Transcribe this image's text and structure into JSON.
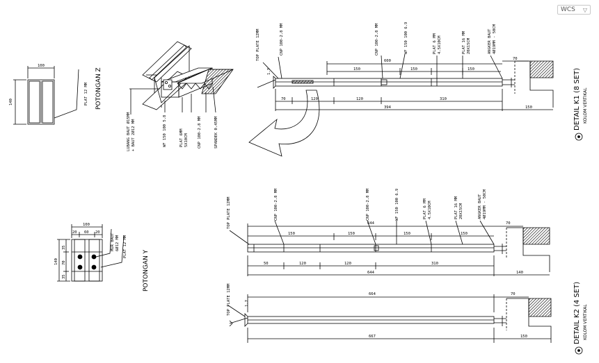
{
  "toolbar": {
    "wcs_label": "WCS"
  },
  "potongan_z": {
    "title": "POTONGAN Z",
    "dim_width": "100",
    "dim_height": "140",
    "plate_label": "PLAT 12 MM"
  },
  "potongan_y": {
    "title": "POTONGAN Y",
    "dim_top": "100",
    "dim_top_parts": [
      "20",
      "60",
      "20"
    ],
    "dim_left_total": "140",
    "dim_left_parts": [
      "35",
      "70",
      "35"
    ],
    "mur_label": "MUR BAUT",
    "mur_size": "6Ø12 MM",
    "plate_label": "PLAT 12 MM"
  },
  "iso_labels": {
    "lubang": "LUBANG BAUT Ø15MM",
    "baut": "+ BAUT 2Ø12 MM",
    "wf": "WF 150 100 5.8",
    "plat": "PLAT 6MM",
    "plat_size": "5X10CM",
    "cnp": "CNP 100-2.8 MM",
    "spandek": "SPANDEK 0.45MM"
  },
  "k1": {
    "title": "DETAIL K1 (8 SET)",
    "subtitle": "KOLOM VERTIKAL",
    "top_plate": "TOP PLATE 12MM",
    "cnp": "CNP 100-2.8 MM",
    "cnp2": "CNP 100-2.8 MM",
    "wf": "WF 150 100 6.9",
    "plat6": "PLAT 6 MM",
    "plat6_size": "4.5X10CM",
    "plat16": "PLAT 16 MM",
    "plat16_size": "20X15CM",
    "angkur": "ANGKER BAUT",
    "angkur_size": "4Ø19MM - 50CM",
    "d_top_total": "600",
    "d_top_a": "150",
    "d_top_b": "150",
    "d_top_c": "150",
    "d_right": "70",
    "d_bot_a": "70",
    "d_bot_b": "120",
    "d_bot_c": "120",
    "d_bot_d": "310",
    "d_bot_total": "394",
    "d_bot_right": "150",
    "d_left": "1.7"
  },
  "k1b": {
    "top_plate": "TOP PLATE 12MM",
    "cnp": "CNP 100-2.8 MM",
    "cnp2": "CNP 100-2.8 MM",
    "wf": "WF 150 100 6.9",
    "plat6": "PLAT 6 MM",
    "plat6_size": "4.5X10CM",
    "plat16": "PLAT 16 MM",
    "plat16_size": "20X15CM",
    "angkur": "ANGKER BAUT",
    "angkur_size": "4Ø19MM - 50CM",
    "d_top_total": "644",
    "d_top_a": "150",
    "d_top_b": "150",
    "d_top_c": "150",
    "d_top_d": "150",
    "d_right": "70",
    "d_bot_a": "50",
    "d_bot_b": "120",
    "d_bot_c": "120",
    "d_bot_d": "310",
    "d_bot_total": "644",
    "d_bot_right": "140"
  },
  "k2": {
    "title": "DETAIL K2 (4 SET)",
    "subtitle": "KOLOM VERTIKAL",
    "top_plate": "TOP PLATE 12MM",
    "d_top": "664",
    "d_right": "70",
    "d_bot": "667",
    "d_bot_right": "150",
    "d_left": "1.7"
  }
}
